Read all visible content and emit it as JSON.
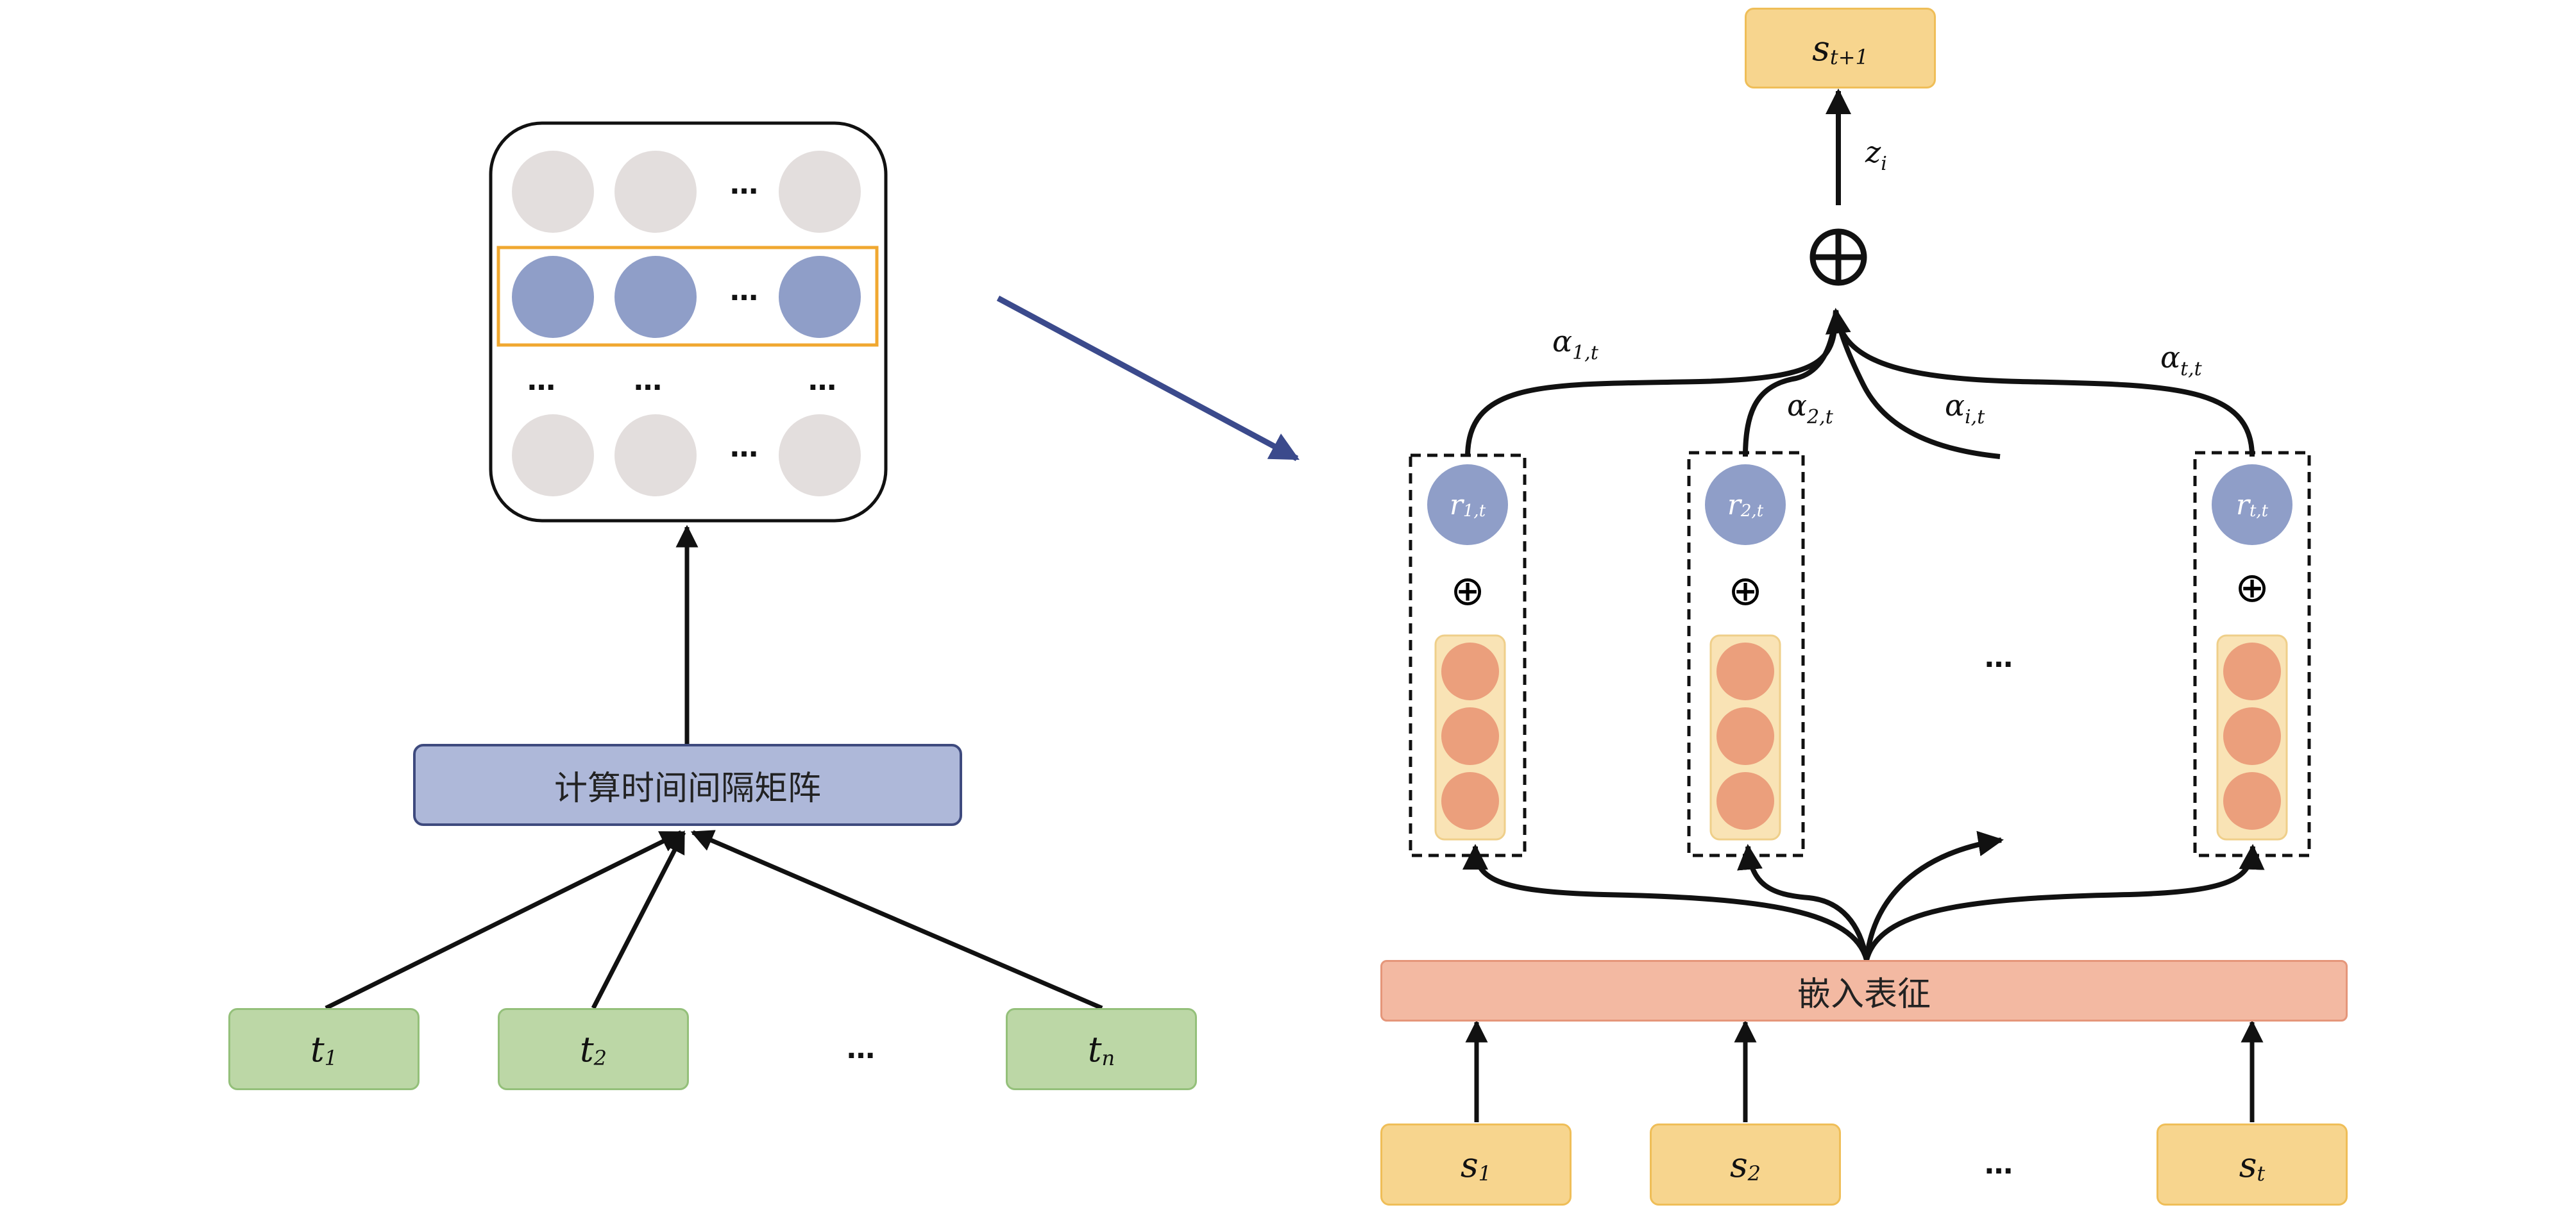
{
  "left": {
    "compute_box_label": "计算时间间隔矩阵",
    "inputs": [
      {
        "var": "t",
        "sub": "1"
      },
      {
        "var": "t",
        "sub": "2"
      },
      {
        "var": "t",
        "sub": "n"
      }
    ],
    "input_ellipsis": "…",
    "matrix_ellipsis": "…"
  },
  "right": {
    "embed_label": "嵌入表征",
    "output": {
      "var": "s",
      "sub": "t+1"
    },
    "z_label": {
      "var": "z",
      "sub": "i"
    },
    "inputs": [
      {
        "var": "s",
        "sub": "1"
      },
      {
        "var": "s",
        "sub": "2"
      },
      {
        "var": "s",
        "sub": "t"
      }
    ],
    "r_nodes": [
      {
        "var": "r",
        "sub": "1,t"
      },
      {
        "var": "r",
        "sub": "2,t"
      },
      {
        "var": "r",
        "sub": "t,t"
      }
    ],
    "alphas": [
      {
        "var": "α",
        "sub": "1,t"
      },
      {
        "var": "α",
        "sub": "2,t"
      },
      {
        "var": "α",
        "sub": "i,t"
      },
      {
        "var": "α",
        "sub": "t,t"
      }
    ],
    "oplus": "⊕",
    "ellipsis": "…"
  },
  "colors": {
    "matrix_gray": "#e3dedd",
    "matrix_blue": "#8f9ec8",
    "highlight_border": "#f0a830",
    "r_node": "#8f9ec8",
    "embed_dot": "#eb9f7c",
    "embed_column": "#f9e3b5",
    "connector_arrow": "#3b4a8c"
  }
}
